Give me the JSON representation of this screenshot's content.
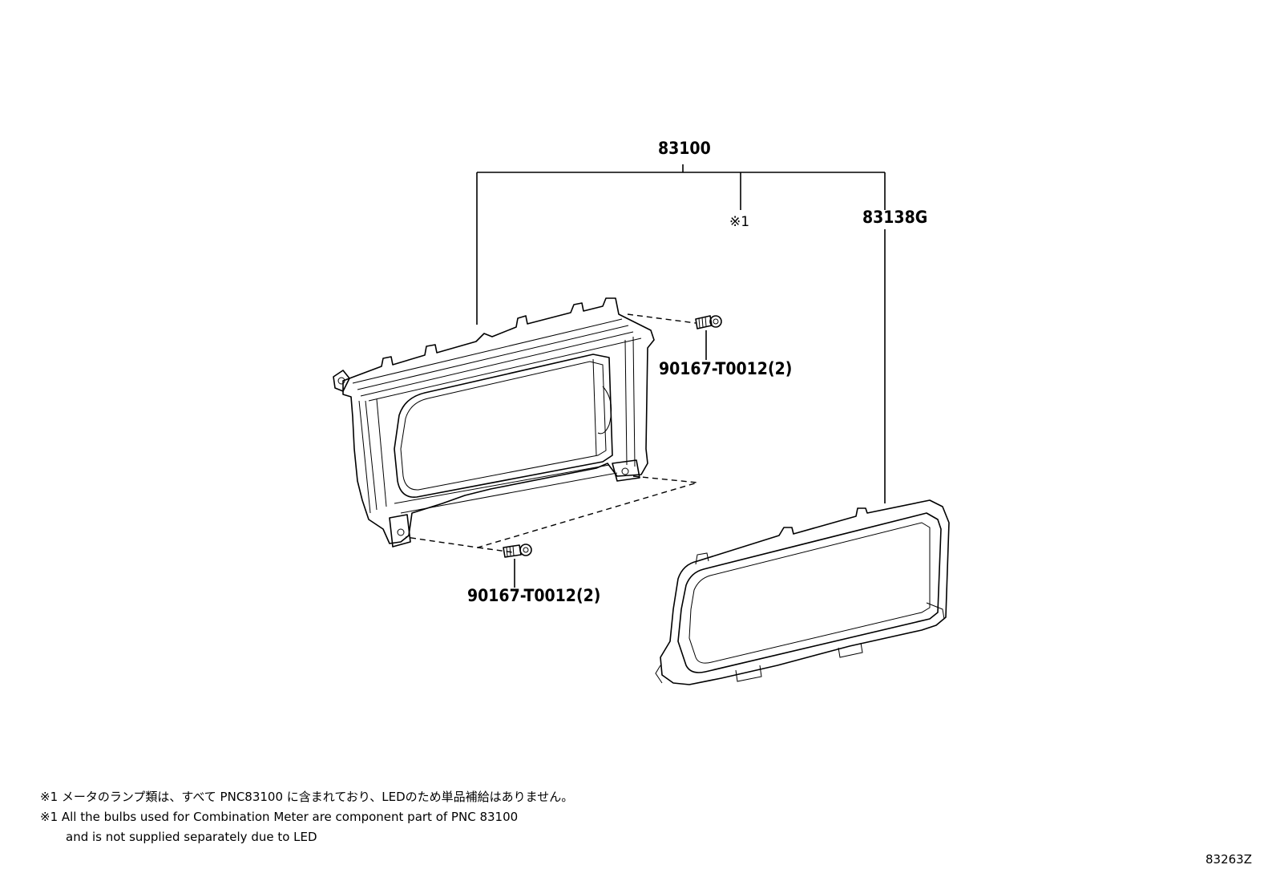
{
  "callouts": {
    "assembly": "83100",
    "note_ref": "※1",
    "glass": "83138G",
    "screw_upper": "90167-T0012(2)",
    "screw_lower": "90167-T0012(2)"
  },
  "notes": {
    "jp": "※1 メータのランプ類は、すべて PNC83100 に含まれており、LEDのため単品補給はありません。",
    "en_line1": "※1 All the bulbs used for Combination Meter are component part of PNC 83100",
    "en_line2": "and is not supplied separately due to LED"
  },
  "diagram_code": "83263Z"
}
